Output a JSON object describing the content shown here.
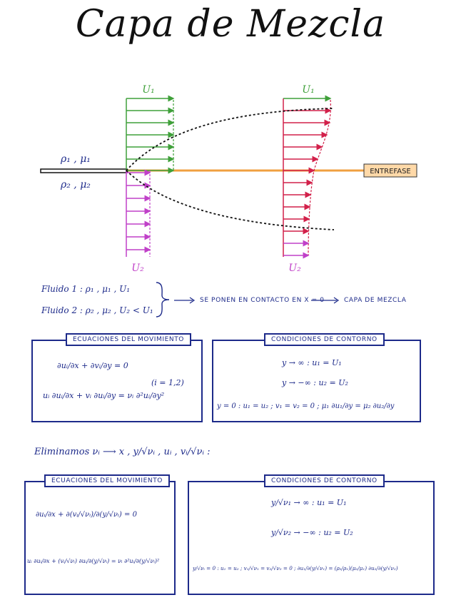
{
  "title": "Capa de Mezcla",
  "diagram": {
    "u1_left": "U₁",
    "u1_right": "U₁",
    "u2_left": "U₂",
    "u2_right": "U₂",
    "fluid1_props": "ρ₁ , μ₁",
    "fluid2_props": "ρ₂ , μ₂",
    "interface_label": "ENTREFASE"
  },
  "fluids": {
    "fluid1": "Fluido 1 :  ρ₁ , μ₁ , U₁",
    "fluid2": "Fluido 2 :  ρ₂ , μ₂ , U₂ < U₁",
    "contact_text": "SE PONEN EN CONTACTO EN  X = 0",
    "result": "CAPA DE MEZCLA"
  },
  "section1": {
    "motion_title": "ECUACIONES DEL MOVIMIENTO",
    "continuity": "∂uᵢ/∂x + ∂vᵢ/∂y = 0",
    "momentum": "uᵢ ∂uᵢ/∂x + vᵢ ∂uᵢ/∂y = νᵢ ∂²uᵢ/∂y²",
    "index_note": "(i = 1,2)",
    "boundary_title": "CONDICIONES DE CONTORNO",
    "bc1": "y → ∞ :   u₁ = U₁",
    "bc2": "y → −∞ :   u₂ = U₂",
    "bc3": "y = 0 :  u₁ = u₂  ;  v₁ = v₂ = 0  ;  μ₁ ∂u₁/∂y = μ₂ ∂u₂/∂y"
  },
  "eliminate": "Eliminamos  νᵢ  ⟶  x , y/√νᵢ , uᵢ , vᵢ/√νᵢ :",
  "section2": {
    "motion_title": "ECUACIONES DEL MOVIMIENTO",
    "continuity": "∂uᵢ/∂x + ∂(vᵢ/√νᵢ)/∂(y/√νᵢ) = 0",
    "momentum": "uᵢ ∂uᵢ/∂x + (vᵢ/√νᵢ) ∂uᵢ/∂(y/√νᵢ) = νᵢ ∂²uᵢ/∂(y/√νᵢ)²",
    "boundary_title": "CONDICIONES DE CONTORNO",
    "bc1": "y/√ν₁ → ∞ :   u₁ = U₁",
    "bc2": "y/√ν₂ → −∞ :   u₂ = U₂",
    "bc3": "y/√νᵢ = 0 :  u₁ = u₂ ;  v₁/√ν₁ = v₂/√ν₂ = 0 ;  ∂u₁/∂(y/√ν₁) = (ρ₂/ρ₁)(μ₂/μ₁) ∂u₂/∂(y/√ν₂)"
  }
}
